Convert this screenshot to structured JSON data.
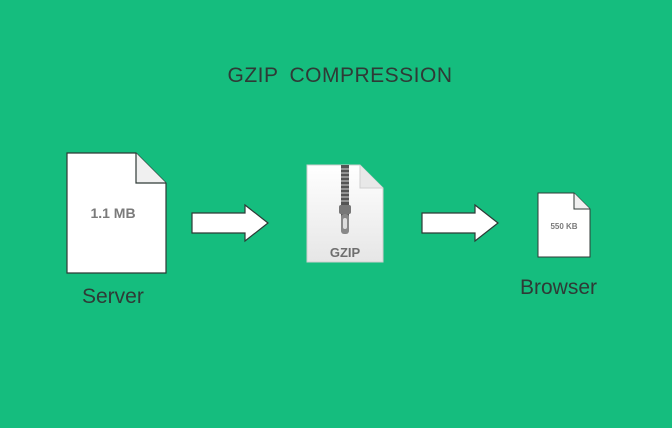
{
  "title": "GZIP COMPRESSION",
  "nodes": {
    "server": {
      "file_size": "1.1 MB",
      "label": "Server"
    },
    "gzip": {
      "file_label": "GZIP"
    },
    "browser": {
      "file_size": "550 KB",
      "label": "Browser"
    }
  },
  "colors": {
    "background": "#15bd7e",
    "paper": "#ffffff",
    "text": "#2f3a36",
    "file_text": "#7a7a7a"
  }
}
